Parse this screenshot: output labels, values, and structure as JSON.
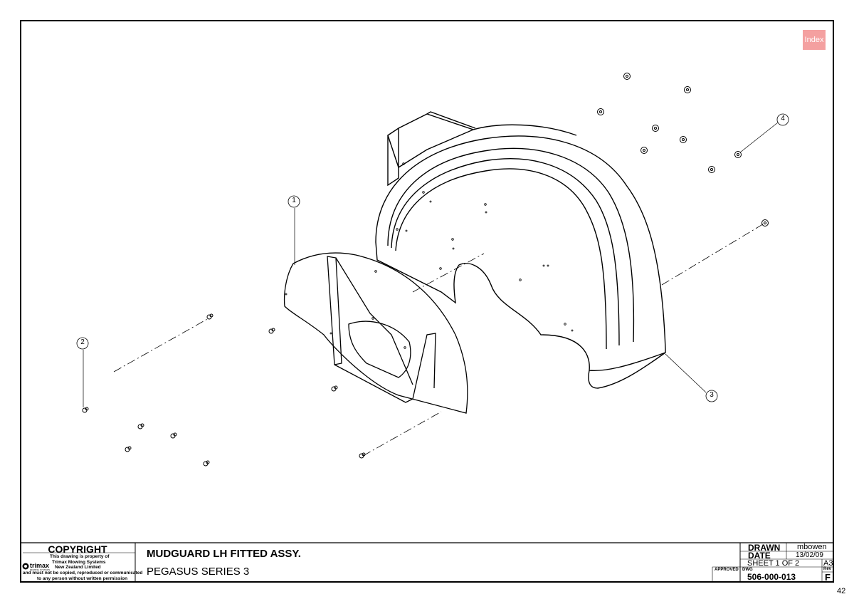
{
  "index_button": "Index",
  "balloons": [
    "1",
    "2",
    "3",
    "4"
  ],
  "title_block": {
    "copyright_title": "COPYRIGHT",
    "copyright_line1": "This drawing is property of",
    "copyright_line2": "Trimax Mowing Systems",
    "copyright_line3": "New Zealand Limited",
    "copyright_line4": "and must not be copied, reproduced or communicated",
    "copyright_line5": "to any person without written permission",
    "logo_text": "trimax",
    "logo_subtext": "MOWING SYSTEMS",
    "drawing_title": "MUDGUARD LH FITTED ASSY.",
    "drawing_subtitle": "PEGASUS SERIES 3",
    "drawn_label": "DRAWN",
    "drawn_by": "mbowen",
    "date_label": "DATE",
    "date_value": "13/02/09",
    "sheet": "SHEET 1 OF 2",
    "size": "A3",
    "approved_label": "APPROVED",
    "dwg_label": "DWG",
    "dwg_number": "506-000-013",
    "rev_label": "Rev",
    "rev_value": "F"
  },
  "page_number": "42"
}
